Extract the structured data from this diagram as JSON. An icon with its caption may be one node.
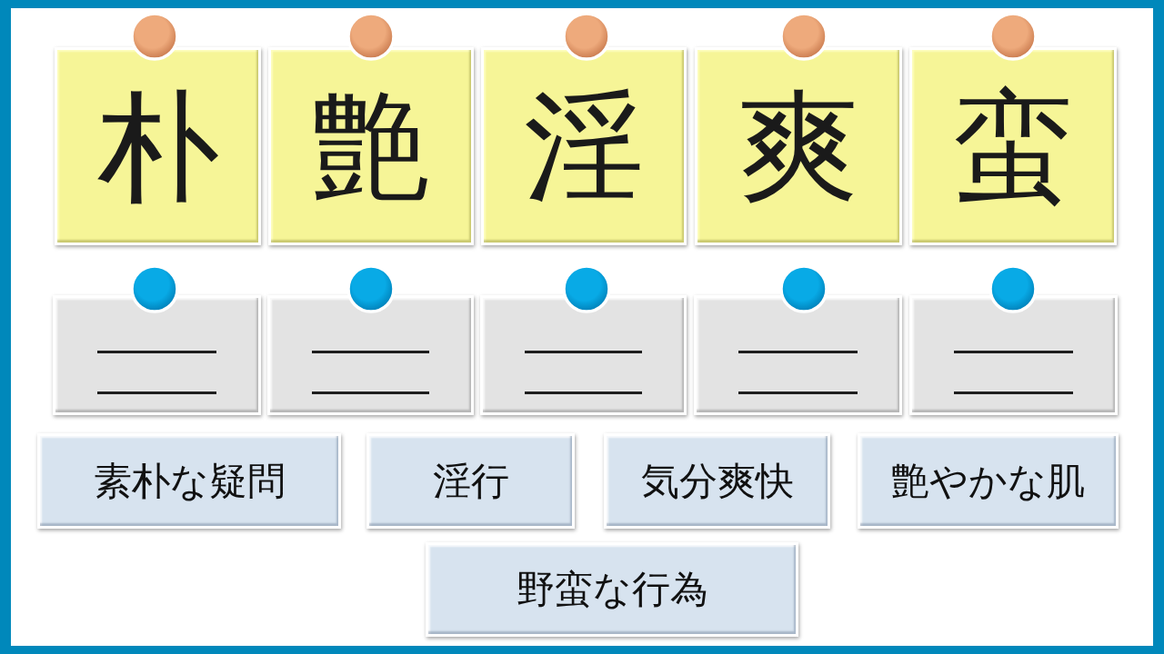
{
  "diagram": {
    "nodes": [
      {
        "text": [
          "朴"
        ]
      },
      {
        "text": [
          "艶"
        ]
      },
      {
        "text": [
          "淫"
        ]
      },
      {
        "text": [
          "爽"
        ]
      },
      {
        "text": [
          "蛮"
        ]
      },
      {
        "text": [],
        "shape": "box"
      },
      {
        "text": [],
        "shape": "box"
      },
      {
        "text": [],
        "shape": "box"
      },
      {
        "text": [],
        "shape": "box"
      },
      {
        "text": [],
        "shape": "box"
      },
      {
        "text": [
          "素朴な疑問"
        ]
      },
      {
        "text": [
          "淫行"
        ]
      },
      {
        "text": [
          "気分爽快"
        ]
      },
      {
        "text": [
          "艶やかな肌"
        ]
      },
      {
        "text": [
          "野蛮な行為"
        ]
      }
    ]
  }
}
